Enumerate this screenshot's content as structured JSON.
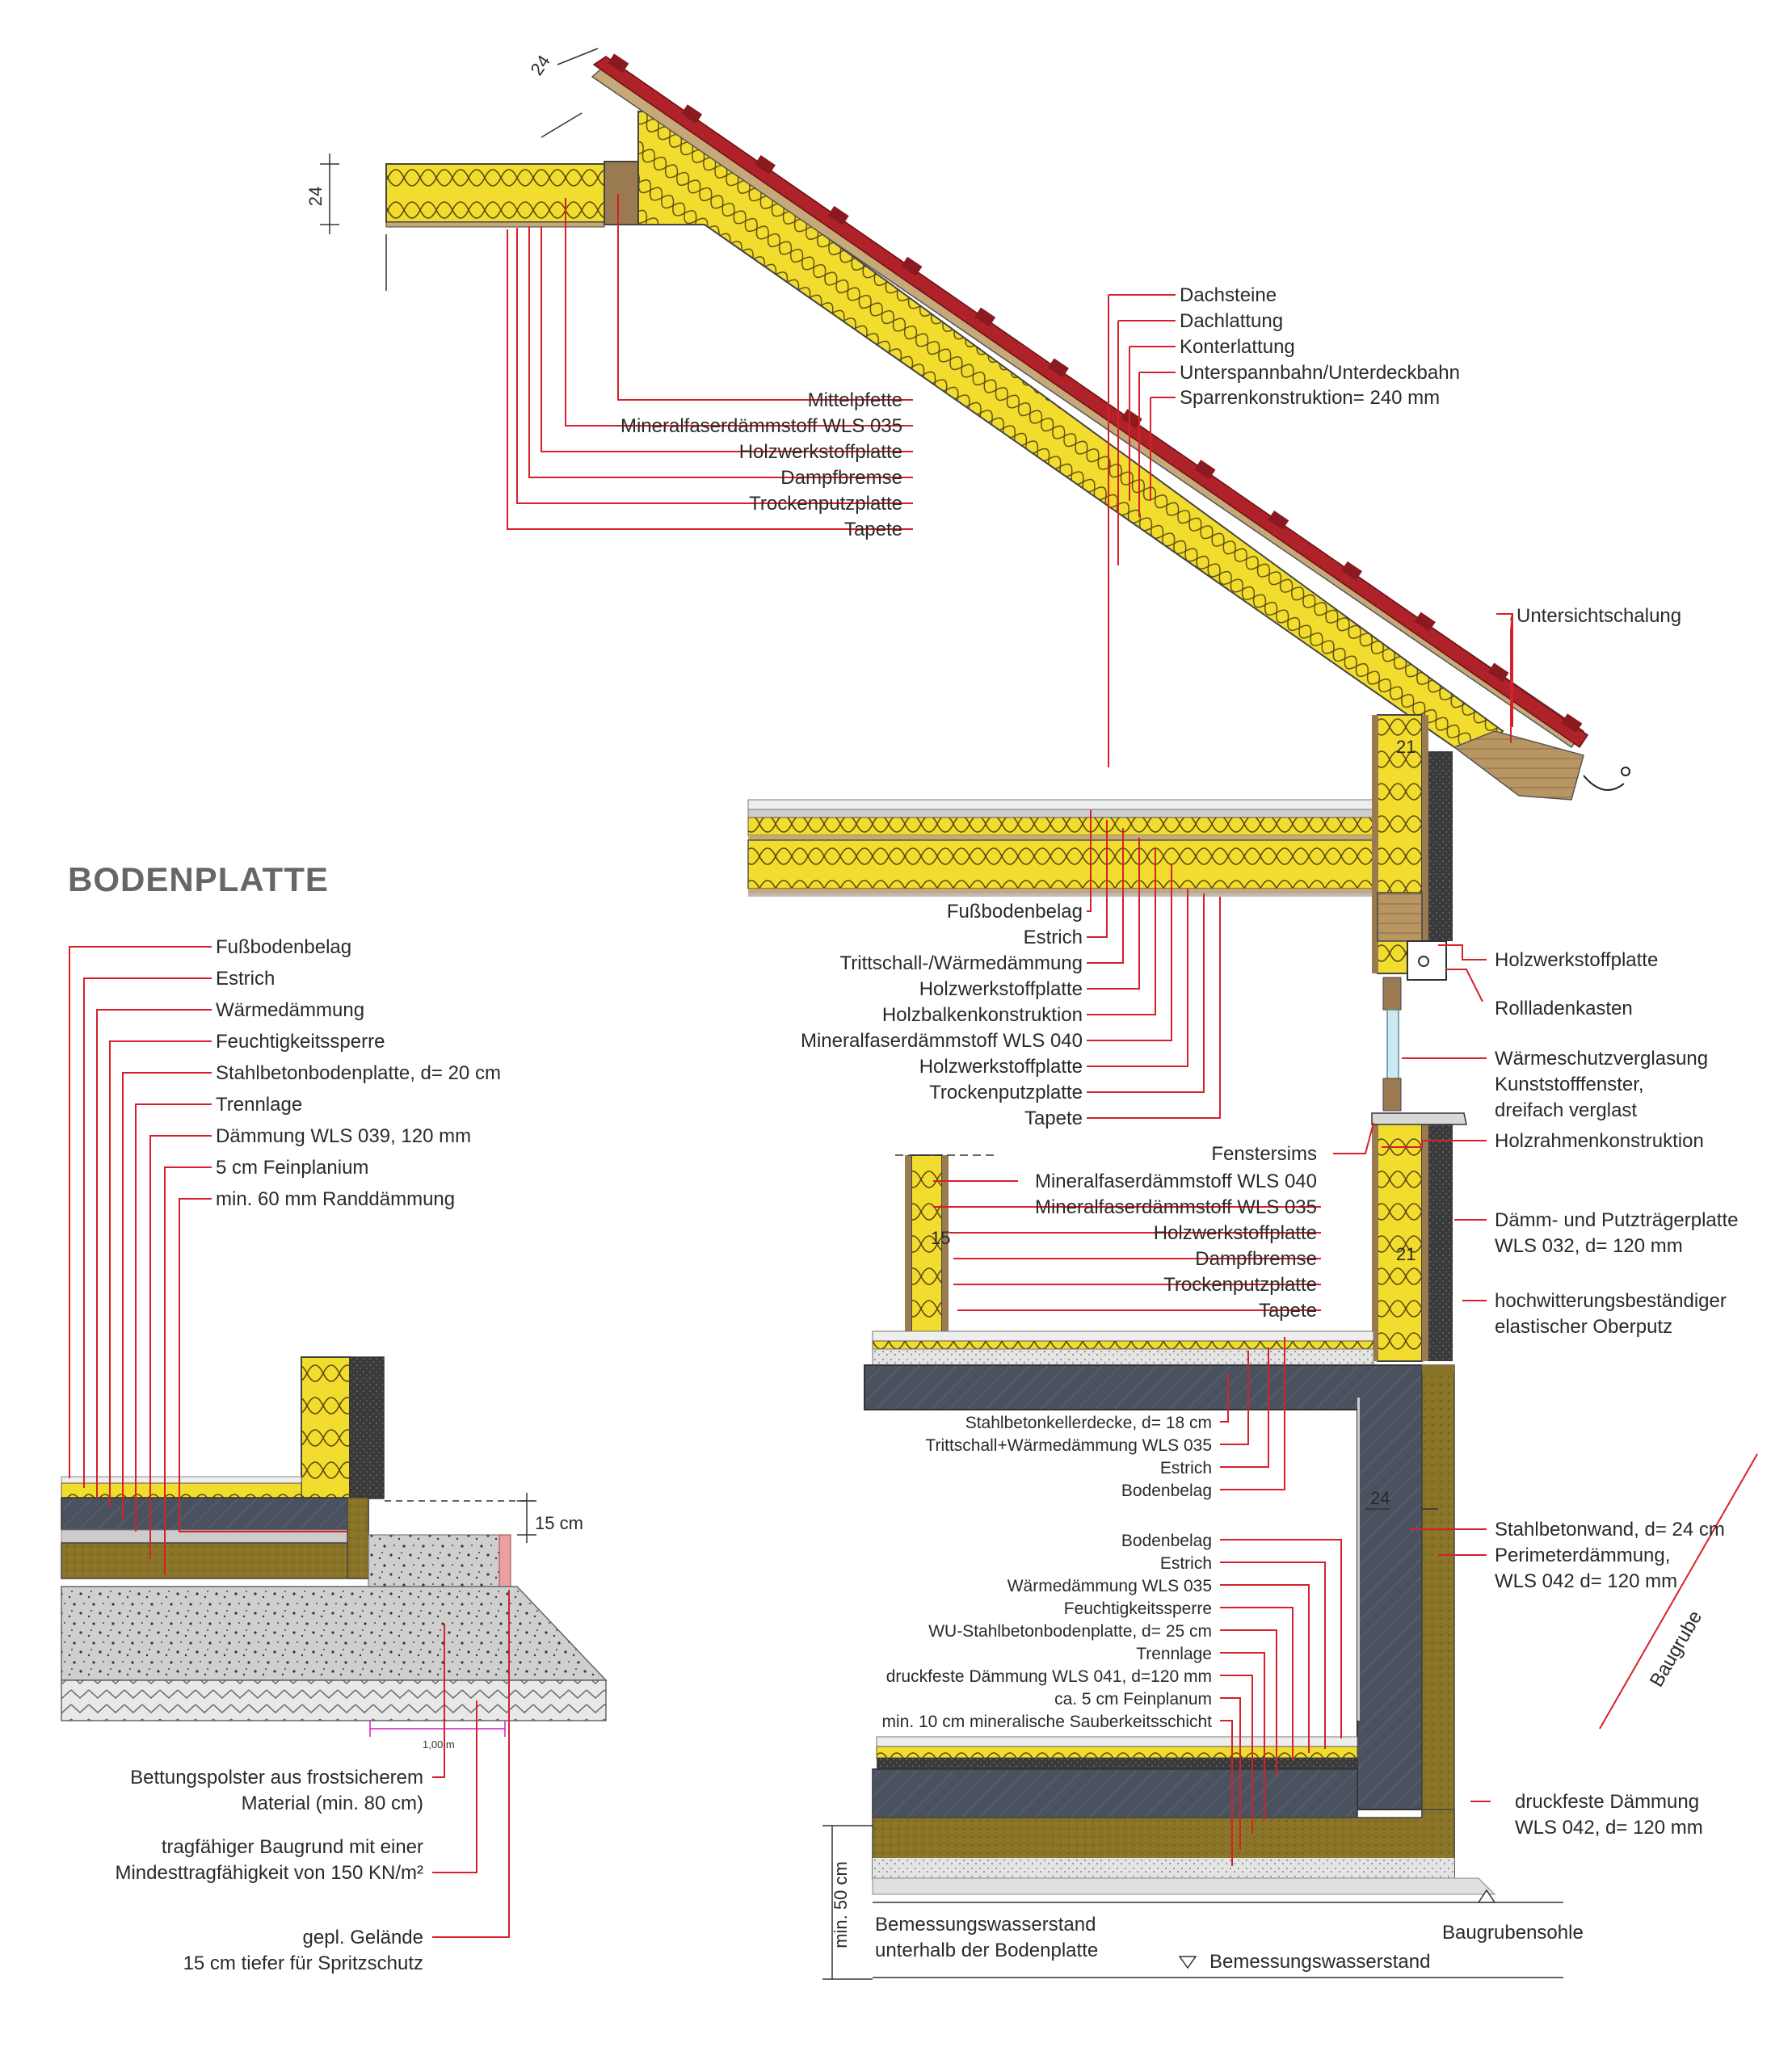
{
  "title": "BODENPLATTE",
  "colors": {
    "leader": "#d8202a",
    "insulation": "#f2dd2e",
    "concrete": "#4a5260",
    "tile": "#b0222a",
    "timber": "#a8875a",
    "text": "#2a2a2a"
  },
  "roof": {
    "dim_slope": "24",
    "dim_ceiling": "24",
    "right_labels": [
      "Dachsteine",
      "Dachlattung",
      "Konterlattung",
      "Unterspannbahn/Unterdeckbahn",
      "Sparrenkonstruktion= 240 mm"
    ],
    "left_labels": [
      "Mittelpfette",
      "Mineralfaserdämmstoff WLS 035",
      "Holzwerkstoffplatte",
      "Dampfbremse",
      "Trockenputzplatte",
      "Tapete"
    ],
    "eave_label": "Untersichtschalung"
  },
  "wall": {
    "dim_upper": "21",
    "dim_lower": "21",
    "dim_inner": "15",
    "floor_labels": [
      "Fußbodenbelag",
      "Estrich",
      "Trittschall-/Wärmedämmung",
      "Holzwerkstoffplatte",
      "Holzbalkenkonstruktion",
      "Mineralfaserdämmstoff WLS 040",
      "Holzwerkstoffplatte",
      "Trockenputzplatte",
      "Tapete"
    ],
    "right_labels": [
      "Holzwerkstoffplatte",
      "Rollladenkasten"
    ],
    "window_labels": [
      "Wärmeschutzverglasung",
      "Kunststofffenster,",
      "dreifach verglast"
    ],
    "sill_label": "Fenstersims",
    "frame_label": "Holzrahmenkonstruktion",
    "inner_wall_labels": [
      "Mineralfaserdämmstoff WLS 040",
      "Mineralfaserdämmstoff WLS 035",
      "Holzwerkstoffplatte",
      "Dampfbremse",
      "Trockenputzplatte",
      "Tapete"
    ],
    "render_board": [
      "Dämm- und Putzträgerplatte",
      "WLS 032, d= 120 mm"
    ],
    "render": [
      "hochwitterungsbeständiger",
      "elastischer Oberputz"
    ]
  },
  "basement": {
    "ceiling_labels": [
      "Stahlbetonkellerdecke, d= 18 cm",
      "Trittschall+Wärmedämmung WLS 035",
      "Estrich",
      "Bodenbelag"
    ],
    "dim_wall": "24",
    "wall_labels": [
      "Stahlbetonwand, d= 24 cm",
      "Perimeterdämmung,",
      "WLS 042 d= 120 mm"
    ],
    "floor_labels": [
      "Bodenbelag",
      "Estrich",
      "Wärmedämmung WLS 035",
      "Feuchtigkeitssperre",
      "WU-Stahlbetonbodenplatte, d= 25 cm",
      "Trennlage",
      "druckfeste Dämmung WLS 041, d=120 mm",
      "ca. 5 cm Feinplanum",
      "min. 10 cm mineralische Sauberkeitsschicht"
    ],
    "pit_label": "Baugrube",
    "bottom_insul": [
      "druckfeste Dämmung",
      "WLS 042, d= 120 mm"
    ],
    "dim_min": "min. 50 cm",
    "water_label": [
      "Bemessungswasserstand",
      "unterhalb der Bodenplatte"
    ],
    "pit_floor": "Baugrubensohle",
    "water_level": "Bemessungswasserstand"
  },
  "slab": {
    "layers": [
      "Fußbodenbelag",
      "Estrich",
      "Wärmedämmung",
      "Feuchtigkeitssperre",
      "Stahlbetonbodenplatte, d= 20 cm",
      "Trennlage",
      "Dämmung WLS 039, 120 mm",
      "5 cm Feinplanium",
      "min. 60 mm Randdämmung"
    ],
    "dim_splash": "15 cm",
    "dim_width": "1,00 m",
    "bottom_labels": [
      "Bettungspolster aus frostsicherem",
      "Material (min. 80 cm)",
      "tragfähiger Baugrund mit einer",
      "Mindesttragfähigkeit von 150 KN/m²",
      "gepl. Gelände",
      "15 cm tiefer für Spritzschutz"
    ]
  }
}
